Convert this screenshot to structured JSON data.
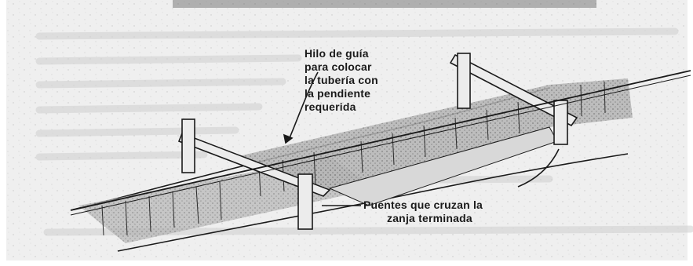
{
  "figure": {
    "labels": {
      "guide_string": [
        "Hilo de guía",
        "para colocar",
        "la tubería con",
        "la pendiente",
        "requerida"
      ],
      "bridges": [
        "Puentes que cruzan la",
        "zanja terminada"
      ]
    },
    "colors": {
      "background": "#ffffff",
      "paper": "#f2f2f2",
      "ink": "#1a1a1a",
      "shade": "#9a9a9a",
      "wood": "#ececec"
    }
  }
}
